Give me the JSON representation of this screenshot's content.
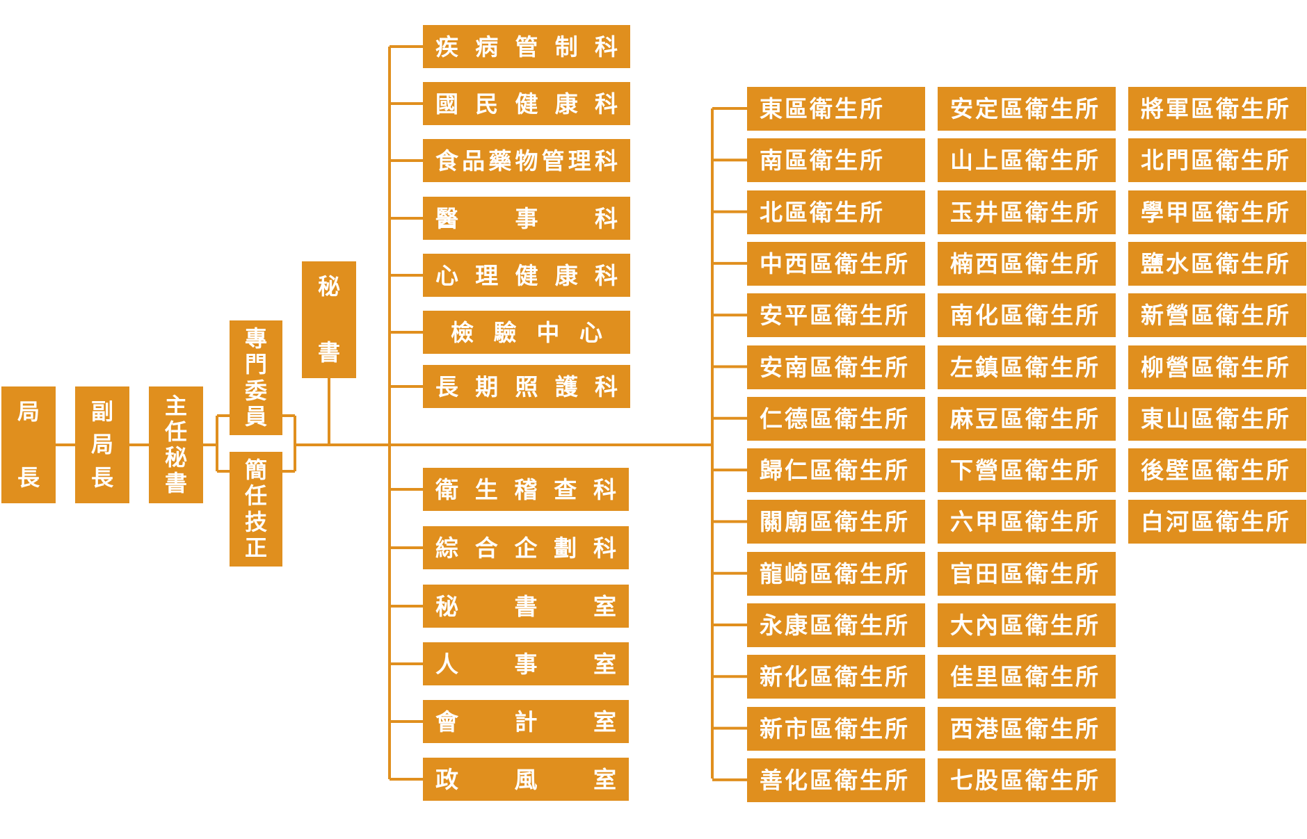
{
  "colors": {
    "box": "#e08f1e",
    "line": "#e08f1e",
    "text": "#ffffff"
  },
  "leadership": {
    "director": "局長",
    "deputy_director": "副局長",
    "chief_secretary": "主任秘書",
    "senior_specialist": "專門委員",
    "senior_technical_specialist": "簡任技正",
    "secretary": "秘書"
  },
  "sections_upper": [
    "疾病管制科",
    "國民健康科",
    "食品藥物管理科",
    "醫事科",
    "心理健康科",
    "檢驗中心",
    "長期照護科"
  ],
  "sections_lower": [
    "衛生稽查科",
    "綜合企劃科",
    "秘書室",
    "人事室",
    "會計室",
    "政風室"
  ],
  "health_stations": {
    "col1": [
      "東區衛生所",
      "南區衛生所",
      "北區衛生所",
      "中西區衛生所",
      "安平區衛生所",
      "安南區衛生所",
      "仁德區衛生所",
      "歸仁區衛生所",
      "關廟區衛生所",
      "龍崎區衛生所",
      "永康區衛生所",
      "新化區衛生所",
      "新市區衛生所",
      "善化區衛生所"
    ],
    "col2": [
      "安定區衛生所",
      "山上區衛生所",
      "玉井區衛生所",
      "楠西區衛生所",
      "南化區衛生所",
      "左鎮區衛生所",
      "麻豆區衛生所",
      "下營區衛生所",
      "六甲區衛生所",
      "官田區衛生所",
      "大內區衛生所",
      "佳里區衛生所",
      "西港區衛生所",
      "七股區衛生所"
    ],
    "col3": [
      "將軍區衛生所",
      "北門區衛生所",
      "學甲區衛生所",
      "鹽水區衛生所",
      "新營區衛生所",
      "柳營區衛生所",
      "東山區衛生所",
      "後壁區衛生所",
      "白河區衛生所"
    ]
  }
}
